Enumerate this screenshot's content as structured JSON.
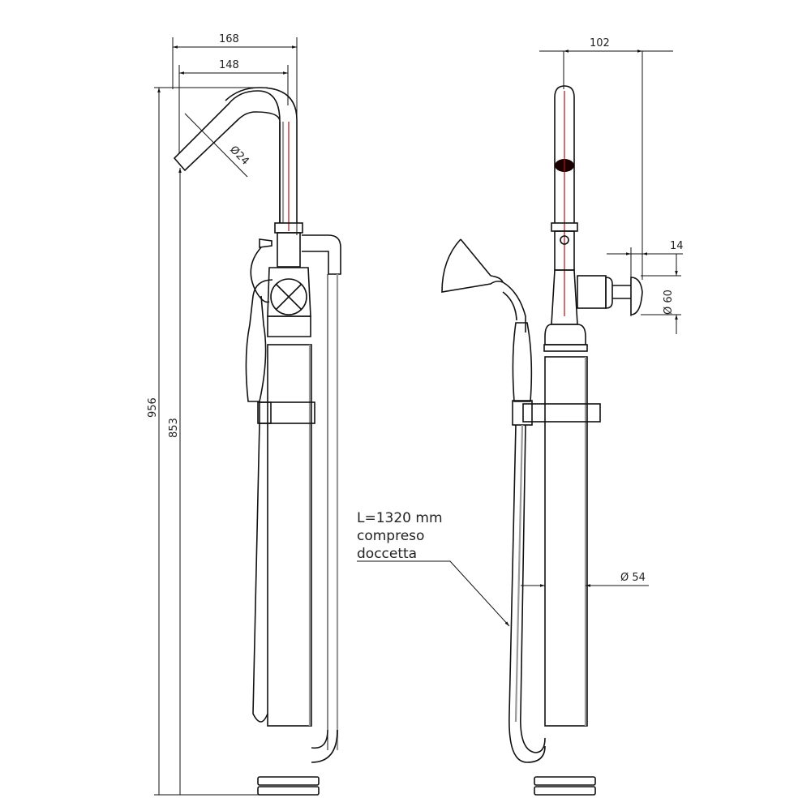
{
  "diagram": {
    "type": "technical drawing",
    "subject": "floor-standing bath mixer with hand shower",
    "views": [
      "side view",
      "front view"
    ]
  },
  "side_view": {
    "dimensions": {
      "width_overall": "168",
      "width_spout": "148",
      "height_overall": "956",
      "height_spout": "853",
      "spout_diameter": "Ø24"
    }
  },
  "front_view": {
    "dimensions": {
      "spout_offset": "102",
      "handle_depth": "14",
      "handle_diameter": "Ø 60",
      "column_diameter": "Ø 54"
    },
    "note": {
      "line1": "L=1320 mm",
      "line2": "compreso",
      "line3": "doccetta"
    }
  },
  "colors": {
    "outline": "#111111",
    "axis": "#b01010",
    "grey_edge": "#999999"
  }
}
